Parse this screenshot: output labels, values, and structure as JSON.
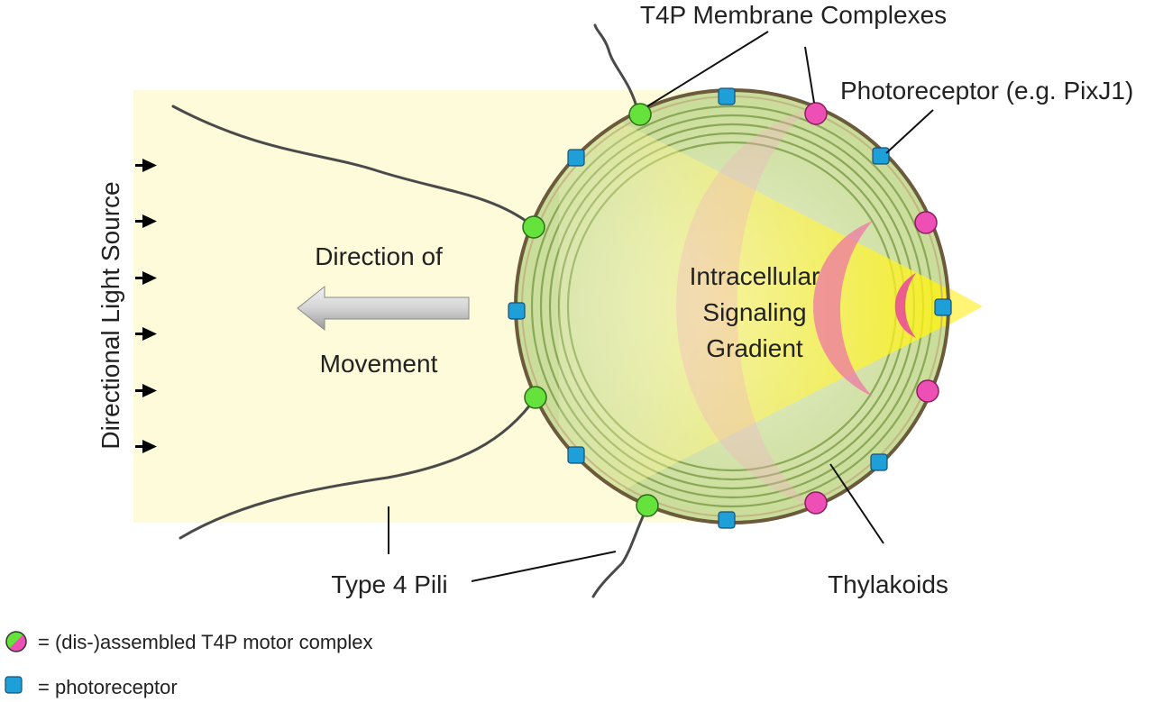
{
  "labels": {
    "light_source": "Directional Light Source",
    "direction_line1": "Direction of",
    "direction_line2": "Movement",
    "gradient_line1": "Intracellular",
    "gradient_line2": "Signaling",
    "gradient_line3": "Gradient",
    "t4p_complexes": "T4P Membrane Complexes",
    "photoreceptor": "Photoreceptor (e.g. PixJ1)",
    "type4_pili": "Type 4 Pili",
    "thylakoids": "Thylakoids"
  },
  "legend": {
    "motor_complex": "= (dis-)assembled T4P motor complex",
    "photoreceptor": "= photoreceptor"
  },
  "colors": {
    "light_zone": "#fdfbd9",
    "assembled_complex": "#66e23c",
    "disassembled_complex": "#ee4fb5",
    "photoreceptor": "#1e9fd8",
    "cell_fill": "#d8e6b4",
    "thylakoid": "#8aa857",
    "membrane": "#6b5a3c",
    "light_beam": "#fff05a",
    "gradient_arc": "#f08aa6"
  },
  "icons": {
    "light_arrow": "right-triangle-arrow",
    "movement_arrow": "left-block-arrow"
  }
}
